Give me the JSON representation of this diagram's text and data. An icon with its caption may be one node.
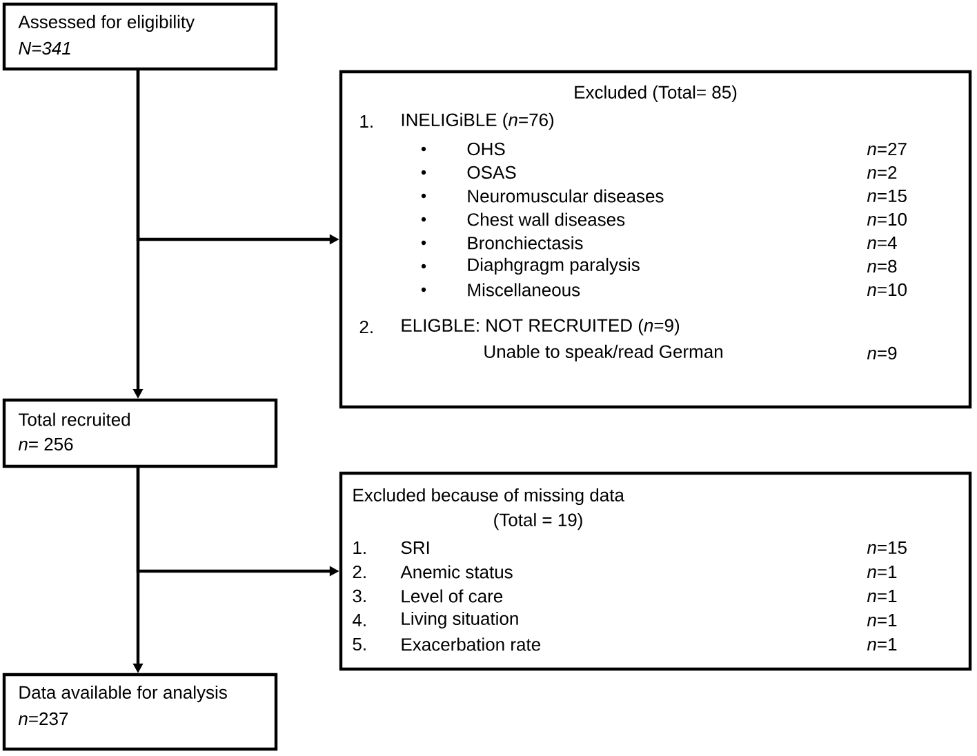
{
  "diagram": {
    "nodes": [
      {
        "text": [
          "Assessed for eligibility",
          "*N=341*"
        ]
      },
      {
        "text": [
          "Excluded (Total= 85)",
          "1.",
          "INELIGiBLE  (*n*=76)",
          "OHS",
          "*n*=27",
          "OSAS",
          "*n*=2",
          "Neuromuscular diseases",
          "*n*=15",
          "Chest wall diseases",
          "*n*=10",
          "Bronchiectasis",
          "*n*=4",
          "Diaphgragm paralysis",
          "*n*=8",
          "Miscellaneous",
          "*n*=10",
          "2.",
          "ELIGBLE: NOT RECRUITED (*n*=9)",
          "Unable to speak/read German",
          "*n*=9"
        ]
      },
      {
        "text": [
          "Total recruited",
          "*n*= 256"
        ]
      },
      {
        "text": [
          "Excluded because of missing data",
          "(Total = 19)",
          "1.",
          "SRI",
          "*n*=15",
          "2.",
          "Anemic status",
          "*n*=1",
          "3.",
          "Level of care",
          "*n*=1",
          "4.",
          "Living situation",
          "*n*=1",
          "5.",
          "Exacerbation rate",
          "*n*=1"
        ]
      },
      {
        "text": [
          "Data available for analysis",
          "*n*=237"
        ]
      }
    ],
    "edges": [
      {
        "from": 0,
        "to": 2,
        "arrow": "to"
      },
      {
        "from": 0,
        "to": 1,
        "arrow": "to"
      },
      {
        "from": 2,
        "to": 4,
        "arrow": "to"
      },
      {
        "from": 2,
        "to": 3,
        "arrow": "to"
      }
    ]
  }
}
